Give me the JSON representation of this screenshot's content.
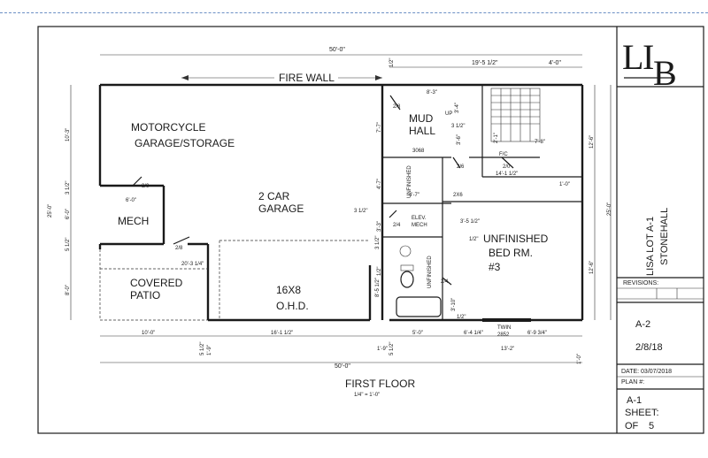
{
  "rooms": {
    "motorcycle_1": "MOTORCYCLE",
    "motorcycle_2": "GARAGE/STORAGE",
    "car_1": "2 CAR",
    "car_2": "GARAGE",
    "mech": "MECH",
    "patio_1": "COVERED",
    "patio_2": "PATIO",
    "ohd_1": "16X8",
    "ohd_2": "O.H.D.",
    "mud_1": "MUD",
    "mud_2": "HALL",
    "bed_1": "UNFINISHED",
    "bed_2": "BED RM.",
    "bed_3": "#3",
    "elev_1": "ELEV.",
    "elev_2": "MECH",
    "fire_wall": "FIRE WALL",
    "unfinished_v": "UNFINISHED",
    "unfinished_v2": "UNFINISHED"
  },
  "dims": {
    "top_overall": "50'-0\"",
    "top_right": "19'-5 1/2\"",
    "top_right2": "4'-0\"",
    "half": "1/2\"",
    "mud_w": "8'-3\"",
    "mud_h": "7'-7\"",
    "d3_4": "3'-4\"",
    "up": "UP",
    "d3_half": "3 1/2\"",
    "d3_6": "3'-6\"",
    "d2_1": "2'-1\"",
    "d7_8": "7'-8\"",
    "c3068": "3068",
    "fc": "F/C",
    "d14_1": "14'-1 1/2\"",
    "d4_7_v": "4'-7\"",
    "d4_7_h": "4'-7\"",
    "d2x6": "2X6",
    "d3_0": "3/0",
    "d6_0": "6'-0\"",
    "d2_8a": "2/8",
    "d2_8b": "2/8",
    "d2_8c": "2/8",
    "d2_6": "2/6",
    "d2_0": "2/0",
    "d2_4a": "2/4",
    "d2_4b": "2/4",
    "d1_0": "1'-0\"",
    "d20_3": "20'-3 1/4\"",
    "d3_5": "3'-5 1/2\"",
    "d3_3": "3'-3\"",
    "d8_5": "8'-5 1/2\"",
    "d3_10": "3'-10\"",
    "d12_6a": "12'-6\"",
    "d12_6b": "12'-6\"",
    "d25_right": "25'-0\"",
    "d25_left": "25'-0\"",
    "d10_3": "10'-3\"",
    "d3_half_l": "3 1/2\"",
    "d6_0_l": "6'-0\"",
    "d5_half_l": "5 1/2\"",
    "d8_0_l": "8'-0\"",
    "b10_0": "10'-0\"",
    "b16_1": "16'-1 1/2\"",
    "b5_0": "5'-0\"",
    "b6_4": "6'-4 1/4\"",
    "b6_9": "6'-9 3/4\"",
    "b13_2": "13'-2\"",
    "b1_9a": "1'-9\"",
    "b1_9b": "1'-9\"",
    "b5_half": "5 1/2\"",
    "b5_half2": "5 1/2\"",
    "b1_0": "1'-0\"",
    "b50": "50'-0\"",
    "twin_1": "TWIN",
    "twin_2": "2852",
    "d1_2": "1/2\"",
    "d1_2b": "1/2\"",
    "d1_2c": "1/2\"",
    "d3_half_m": "3 1/2\"",
    "d3_half_m2": "3 1/2\""
  },
  "plan_title": "FIRST FLOOR",
  "scale": "1/4\" = 1'-0\"",
  "title_block": {
    "logo_l": "L",
    "logo_i": "I",
    "logo_b": "B",
    "project_1": "LISA LOT A-1",
    "project_2": "STONEHALL",
    "revisions": "REVISIONS:",
    "sheet_id": "A-2",
    "rev_date": "2/8/18",
    "date_line": "DATE: 03/07/2018",
    "plan_no": "PLAN #:",
    "plan_code": "A-1",
    "sheet_label": "SHEET:",
    "of_label": "OF",
    "of_num": "5"
  }
}
